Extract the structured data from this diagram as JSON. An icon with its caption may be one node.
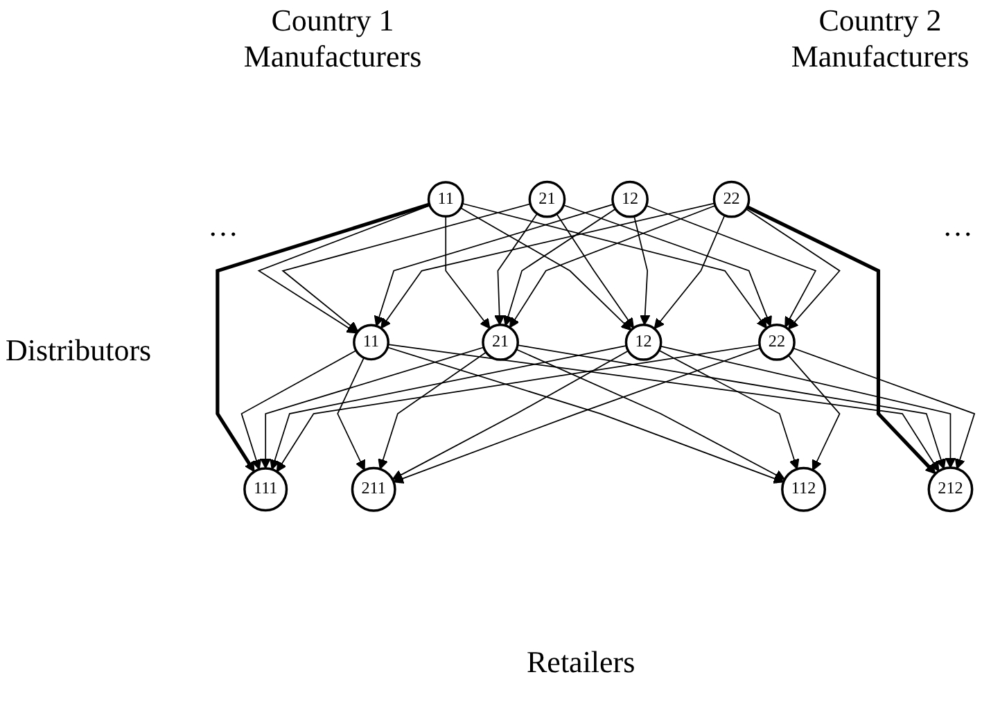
{
  "diagram": {
    "nodes": [
      {
        "text": [
          "11"
        ]
      },
      {
        "text": [
          "21"
        ]
      },
      {
        "text": [
          "12"
        ]
      },
      {
        "text": [
          "22"
        ]
      },
      {
        "text": [
          "11"
        ]
      },
      {
        "text": [
          "21"
        ]
      },
      {
        "text": [
          "12"
        ]
      },
      {
        "text": [
          "22"
        ]
      },
      {
        "text": [
          "111"
        ]
      },
      {
        "text": [
          "211"
        ]
      },
      {
        "text": [
          "112"
        ]
      },
      {
        "text": [
          "212"
        ]
      }
    ],
    "edges": [
      {
        "from": 0,
        "to": 4,
        "arrow": "to"
      },
      {
        "from": 0,
        "to": 5,
        "arrow": "to"
      },
      {
        "from": 0,
        "to": 6,
        "arrow": "to"
      },
      {
        "from": 0,
        "to": 7,
        "arrow": "to"
      },
      {
        "from": 1,
        "to": 4,
        "arrow": "to"
      },
      {
        "from": 1,
        "to": 5,
        "arrow": "to"
      },
      {
        "from": 1,
        "to": 6,
        "arrow": "to"
      },
      {
        "from": 1,
        "to": 7,
        "arrow": "to"
      },
      {
        "from": 2,
        "to": 4,
        "arrow": "to"
      },
      {
        "from": 2,
        "to": 5,
        "arrow": "to"
      },
      {
        "from": 2,
        "to": 6,
        "arrow": "to"
      },
      {
        "from": 2,
        "to": 7,
        "arrow": "to"
      },
      {
        "from": 3,
        "to": 4,
        "arrow": "to"
      },
      {
        "from": 3,
        "to": 5,
        "arrow": "to"
      },
      {
        "from": 3,
        "to": 6,
        "arrow": "to"
      },
      {
        "from": 3,
        "to": 7,
        "arrow": "to"
      },
      {
        "from": 0,
        "to": 8,
        "arrow": "to",
        "style": "thick"
      },
      {
        "from": 3,
        "to": 11,
        "arrow": "to",
        "style": "thick"
      },
      {
        "from": 4,
        "to": 8,
        "arrow": "to"
      },
      {
        "from": 4,
        "to": 9,
        "arrow": "to"
      },
      {
        "from": 4,
        "to": 10,
        "arrow": "to"
      },
      {
        "from": 4,
        "to": 11,
        "arrow": "to"
      },
      {
        "from": 5,
        "to": 8,
        "arrow": "to"
      },
      {
        "from": 5,
        "to": 9,
        "arrow": "to"
      },
      {
        "from": 5,
        "to": 10,
        "arrow": "to"
      },
      {
        "from": 5,
        "to": 11,
        "arrow": "to"
      },
      {
        "from": 6,
        "to": 8,
        "arrow": "to"
      },
      {
        "from": 6,
        "to": 9,
        "arrow": "to"
      },
      {
        "from": 6,
        "to": 10,
        "arrow": "to"
      },
      {
        "from": 6,
        "to": 11,
        "arrow": "to"
      },
      {
        "from": 7,
        "to": 8,
        "arrow": "to"
      },
      {
        "from": 7,
        "to": 9,
        "arrow": "to"
      },
      {
        "from": 7,
        "to": 10,
        "arrow": "to"
      },
      {
        "from": 7,
        "to": 11,
        "arrow": "to"
      }
    ],
    "labels": [
      "Country 1 Manufacturers",
      "Country 2 Manufacturers",
      "…",
      "…",
      "Distributors",
      "Retailers"
    ]
  }
}
